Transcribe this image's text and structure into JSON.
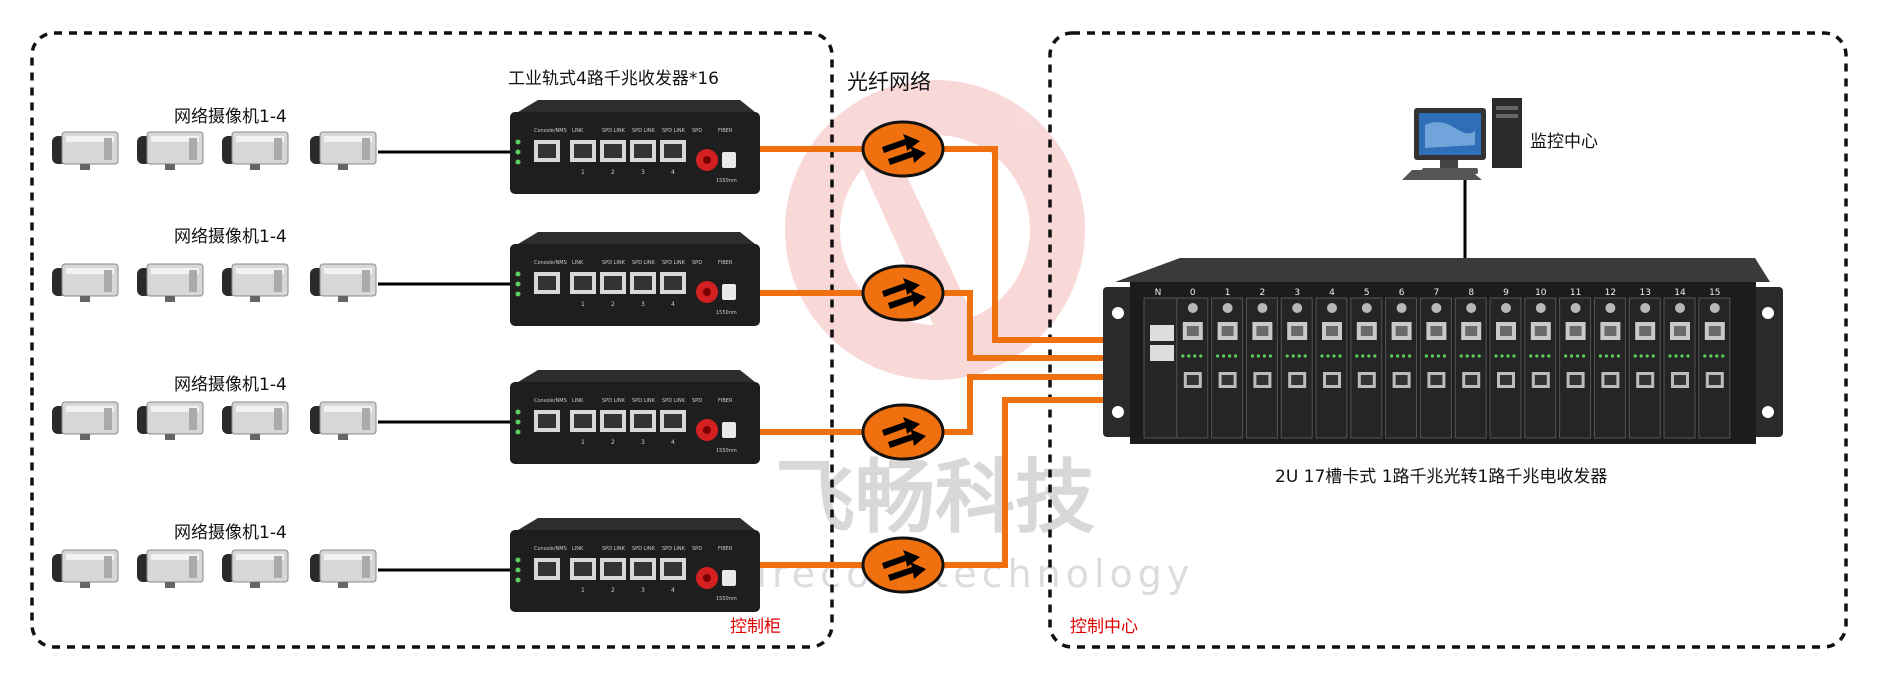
{
  "labels": {
    "camera_group": "网络摄像机1-4",
    "rail_transceiver": "工业轨式4路千兆收发器*16",
    "fiber_network": "光纤网络",
    "monitor_center": "监控中心",
    "chassis": "2U 17槽卡式 1路千兆光转1路千兆电收发器",
    "control_cabinet": "控制柜",
    "control_center": "控制中心"
  },
  "watermark": {
    "cn": "飞畅科技",
    "en": "futurecom technology"
  },
  "device_text": {
    "console": "Console/NMS",
    "port_hdr": [
      "LINK",
      "SPD LINK",
      "SPD LINK",
      "SPD LINK",
      "SPD"
    ],
    "port_nums": [
      "1",
      "2",
      "3",
      "4"
    ],
    "fiber": "FIBER",
    "wavelength": "1550nm"
  },
  "chassis_slots": [
    "N",
    "0",
    "1",
    "2",
    "3",
    "4",
    "5",
    "6",
    "7",
    "8",
    "9",
    "10",
    "11",
    "12",
    "13",
    "14",
    "15"
  ],
  "colors": {
    "fiber": "#f07010",
    "border": "#111111",
    "accent_text": "#e00000",
    "device": "#1e1e1e"
  }
}
